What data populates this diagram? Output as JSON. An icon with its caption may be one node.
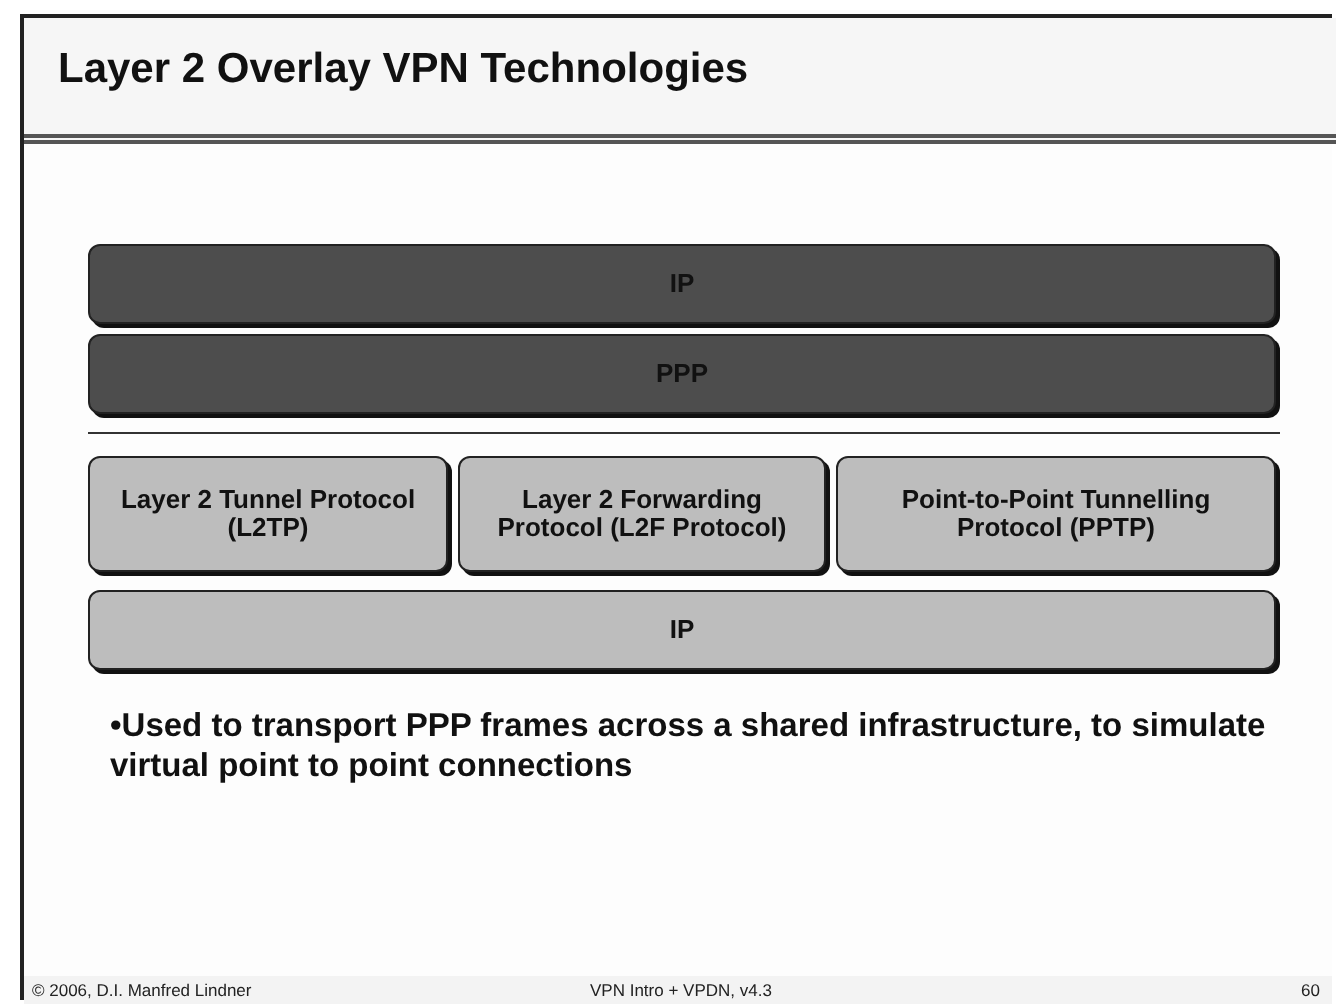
{
  "diagram": {
    "title": "Layer 2 Overlay VPN Technologies",
    "nodes": [
      {
        "text": [
          "IP"
        ]
      },
      {
        "text": [
          "PPP"
        ]
      },
      {
        "text": [
          "Layer 2 Tunnel Protocol (L2TP)"
        ]
      },
      {
        "text": [
          "Layer 2 Forwarding Protocol (L2F Protocol)"
        ]
      },
      {
        "text": [
          "Point-to-Point Tunnelling Protocol (PPTP)"
        ]
      },
      {
        "text": [
          "IP"
        ]
      }
    ],
    "labels": [
      "•Used to transport PPP frames across a shared infrastructure, to simulate virtual point to point connections",
      "© 2006, D.I. Manfred Lindner",
      "VPN Intro + VPDN, v4.3",
      "60"
    ]
  }
}
